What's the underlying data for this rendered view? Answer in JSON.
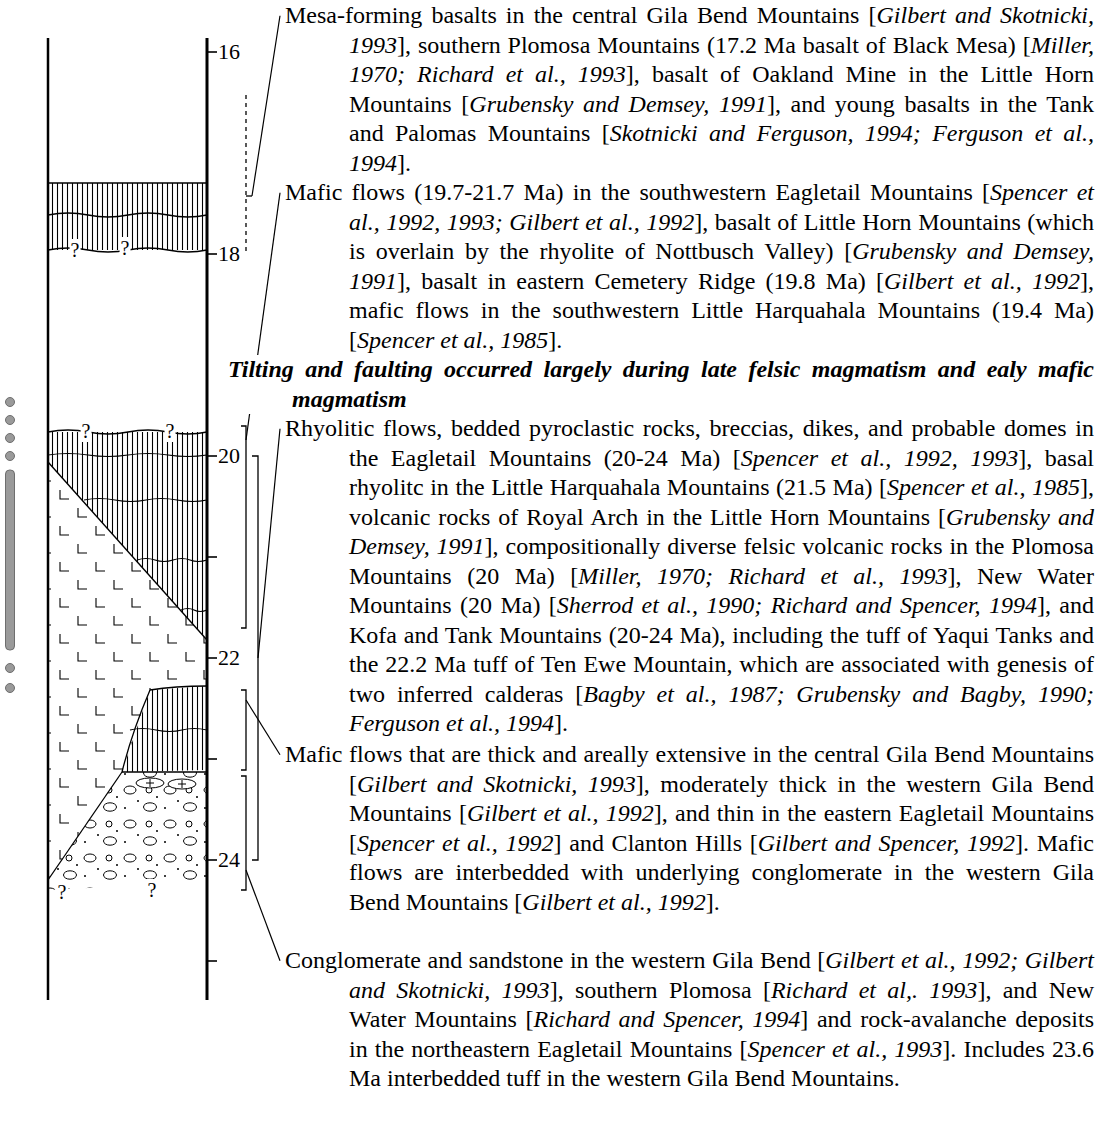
{
  "diagram": {
    "labels": [
      "16",
      "18",
      "20",
      "22",
      "24",
      "?",
      "?",
      "?",
      "?",
      "?",
      "?",
      "Mesa-forming basalts in the central Gila Bend Mountains [Gilbert and Skotnicki, 1993], southern Plomosa Mountains (17.2 Ma basalt of Black Mesa) [Miller, 1970; Richard et al., 1993], basalt of Oakland Mine in the Little Horn Mountains [Grubensky and Demsey, 1991], and young basalts in the Tank and Palomas Mountains [Skotnicki and Ferguson, 1994; Ferguson et al., 1994].",
      "Mafic flows (19.7-21.7 Ma) in the southwestern Eagletail Mountains [Spencer et al., 1992, 1993; Gilbert et al., 1992], basalt of Little Horn Mountains (which is overlain by the rhyolite of Nottbusch Valley) [Grubensky and Demsey, 1991], basalt in eastern Cemetery Ridge (19.8 Ma) [Gilbert et al., 1992], mafic flows in the southwestern Little Harquahala Mountains (19.4 Ma) [Spencer et al., 1985].",
      "Tilting and faulting occurred largely during late felsic magmatism and ealy mafic magmatism",
      "Rhyolitic flows, bedded pyroclastic rocks, breccias, dikes, and probable domes in the Eagletail Mountains (20-24 Ma) [Spencer et al., 1992, 1993], basal rhyolitc in the Little Harquahala Mountains (21.5 Ma) [Spencer et al., 1985], volcanic rocks of Royal Arch in the Little Horn Mountains [Grubensky and Demsey, 1991], compositionally diverse felsic volcanic rocks in the Plomosa Mountains (20 Ma) [Miller, 1970; Richard et al., 1993], New Water Mountains (20 Ma) [Sherrod et al., 1990; Richard and Spencer, 1994], and Kofa and Tank Mountains (20-24 Ma), including the tuff of Yaqui Tanks and the 22.2 Ma tuff of Ten Ewe Mountain, which are associated with genesis of two inferred calderas [Bagby et al., 1987; Grubensky and Bagby, 1990; Ferguson et al., 1994].",
      "Mafic flows that are thick and areally extensive in the central Gila Bend Mountains [Gilbert and Skotnicki, 1993], moderately thick in the western Gila Bend Mountains [Gilbert et al., 1992], and thin in the eastern Eagletail Mountains [Spencer et al., 1992] and Clanton Hills [Gilbert and Spencer, 1992]. Mafic flows are interbedded with underlying conglomerate in the western Gila Bend Mountains [Gilbert et al., 1992].",
      "Conglomerate and sandstone in the western Gila Bend [Gilbert et al., 1992; Gilbert and Skotnicki, 1993], southern Plomosa [Richard et al,. 1993], and New Water Mountains [Richard and Spencer, 1994] and rock-avalanche deposits in the northeastern Eagletail Mountains [Spencer et al., 1993]. Includes 23.6 Ma interbedded tuff in the western Gila Bend Mountains."
    ]
  }
}
